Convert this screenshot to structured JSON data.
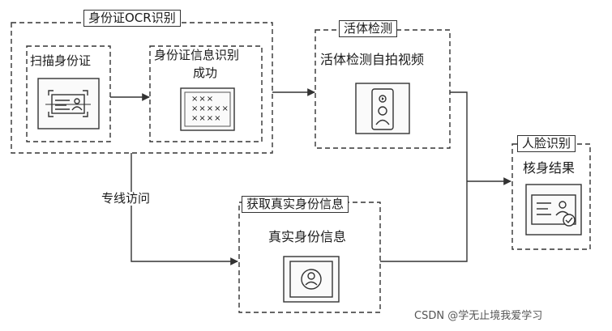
{
  "groups": {
    "ocr": {
      "title": "身份证OCR识别"
    },
    "liveness": {
      "title": "活体检测"
    },
    "fetch": {
      "title": "获取真实身份信息"
    },
    "face": {
      "title": "人脸识别"
    }
  },
  "nodes": {
    "scan": {
      "label": "扫描身份证"
    },
    "ocr_ok": {
      "label_line1": "身份证信息识别",
      "label_line2": "成功"
    },
    "selfie": {
      "label": "活体检测自拍视频"
    },
    "real_info": {
      "label": "真实身份信息"
    },
    "verify": {
      "label": "核身结果"
    }
  },
  "edges": {
    "dedicated": {
      "label": "专线访问"
    }
  },
  "glyphs": {
    "row1": "×××",
    "row2": "×××××",
    "row3": "××××"
  },
  "watermark": {
    "text": "CSDN @学无止境我爱学习"
  }
}
